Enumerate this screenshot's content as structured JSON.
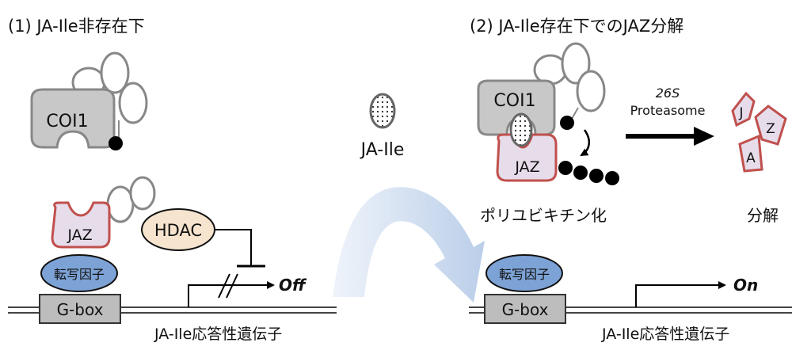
{
  "panel_left": {
    "title": "(1) JA-Ile非存在下",
    "coi1_label": "COI1",
    "jaz_label": "JAZ",
    "hdac_label": "HDAC",
    "tf_label": "転写因子",
    "gbox_label": "G-box",
    "state_label": "Off",
    "gene_label": "JA-Ile応答性遺伝子"
  },
  "center": {
    "ligand_label": "JA-Ile"
  },
  "panel_right": {
    "title": "(2) JA-Ile存在下でのJAZ分解",
    "coi1_label": "COI1",
    "jaz_label": "JAZ",
    "proteasome_line1": "26S",
    "proteasome_line2": "Proteasome",
    "frag_j": "J",
    "frag_z": "Z",
    "frag_a": "A",
    "ubiquitination_label": "ポリユビキチン化",
    "degradation_label": "分解",
    "tf_label": "転写因子",
    "gbox_label": "G-box",
    "state_label": "On",
    "gene_label": "JA-Ile応答性遺伝子"
  },
  "colors": {
    "coi1_fill": "#c8c8c8",
    "jaz_fill": "#e6dcea",
    "jaz_stroke": "#c0504d",
    "hdac_fill": "#f6e4cf",
    "tf_fill": "#7da3d6",
    "gbox_fill": "#bdbdbd",
    "arrow_blue": "#c9d9ee"
  }
}
